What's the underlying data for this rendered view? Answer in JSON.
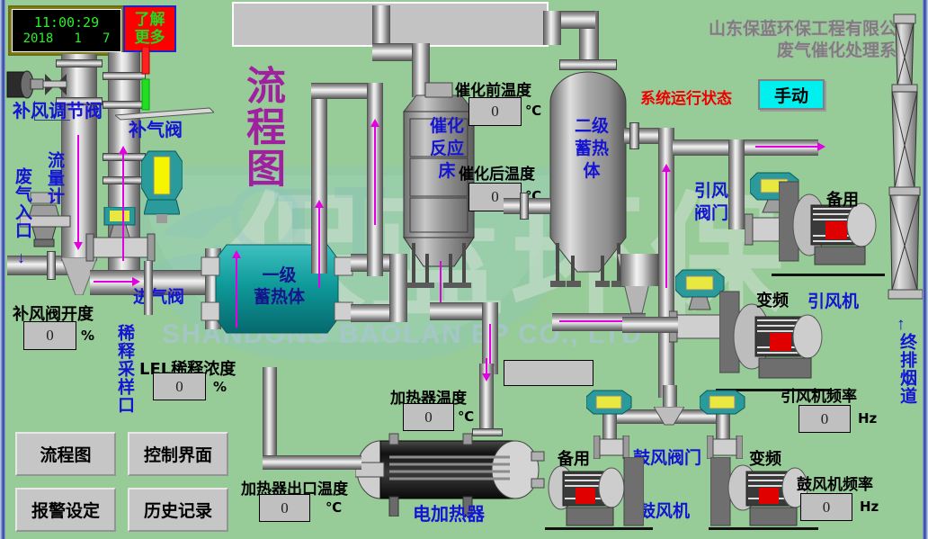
{
  "app": {
    "title": "山东保蓝环保工程有限公司",
    "subtitle": "废气催化处理系统",
    "diagram_title": "流程图",
    "watermark_text": "SHANDONG BAOLAN EP CO., LTD",
    "watermark_han": "保蓝环保"
  },
  "clock": {
    "time": "11:00:29",
    "year": "2018",
    "month": "1",
    "day": "7"
  },
  "more_button": {
    "line1": "了解",
    "line2": "更多"
  },
  "status": {
    "label": "系统运行状态",
    "mode": "手动"
  },
  "equipment": {
    "makeup_air_reg_valve": "补风调节阀",
    "makeup_gas_valve": "补气阀",
    "flow_meter": "流量计",
    "waste_gas_inlet": "废气入口",
    "intake_valve": "进气阀",
    "dilution_sampling_port": "稀释采样口",
    "primary_heat_body": "一级\n蓄热体",
    "primary_heat_body_l1": "一级",
    "primary_heat_body_l2": "蓄热体",
    "catalytic_bed_l1": "催化",
    "catalytic_bed_l2": "反应",
    "catalytic_bed_l3": "床",
    "secondary_heat_body_l1": "二级",
    "secondary_heat_body_l2": "蓄热",
    "secondary_heat_body_l3": "体",
    "electric_heater": "电加热器",
    "induced_draft_valve_l1": "引风",
    "induced_draft_valve_l2": "阀门",
    "induced_draft_fan": "引风机",
    "blower_valve": "鼓风阀门",
    "blower_fan": "鼓风机",
    "standby_top": "备用",
    "standby_bottom": "备用",
    "vfd_top": "变频",
    "vfd_bottom": "变频",
    "final_exhaust_flue": "终排烟道"
  },
  "readouts": [
    {
      "name": "makeup-valve-opening",
      "label": "补风阀开度",
      "value": "0",
      "unit": "%"
    },
    {
      "name": "lel-dilution-concentration",
      "label": "LEL稀释浓度",
      "value": "0",
      "unit": "%"
    },
    {
      "name": "pre-catalysis-temperature",
      "label": "催化前温度",
      "value": "0",
      "unit": "℃"
    },
    {
      "name": "post-catalysis-temperature",
      "label": "催化后温度",
      "value": "0",
      "unit": "℃"
    },
    {
      "name": "heater-temperature",
      "label": "加热器温度",
      "value": "0",
      "unit": "℃"
    },
    {
      "name": "heater-outlet-temperature",
      "label": "加热器出口温度",
      "value": "0",
      "unit": "℃"
    },
    {
      "name": "induced-draft-fan-frequency",
      "label": "引风机频率",
      "value": "0",
      "unit": "Hz"
    },
    {
      "name": "blower-fan-frequency",
      "label": "鼓风机频率",
      "value": "0",
      "unit": "Hz"
    }
  ],
  "nav_buttons": [
    {
      "name": "flow-diagram",
      "label": "流程图"
    },
    {
      "name": "control-interface",
      "label": "控制界面"
    },
    {
      "name": "alarm-settings",
      "label": "报警设定"
    },
    {
      "name": "history-records",
      "label": "历史记录"
    }
  ],
  "colors": {
    "background": "#97cb97",
    "label_blue": "#1414d2",
    "label_red": "#e00000",
    "title_purple": "#a020a0",
    "arrow_magenta": "#e100e1",
    "mode_cyan": "#00f0f0",
    "more_red": "#ff0000",
    "clock_green": "#28f028",
    "vessel_teal": "#0f9a9a"
  }
}
